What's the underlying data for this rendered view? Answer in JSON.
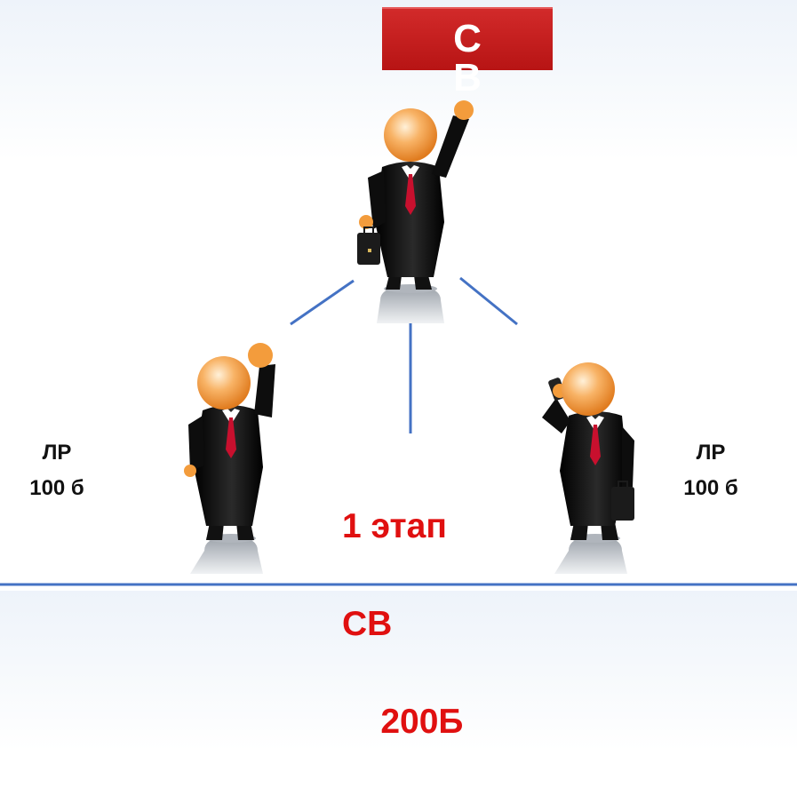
{
  "top_badge": {
    "text": "С\nВ",
    "color": "#c41c1c"
  },
  "left_node": {
    "line1": "ЛР",
    "line2": "100 б"
  },
  "right_node": {
    "line1": "ЛР",
    "line2": "100 б"
  },
  "stage": {
    "line1": "1 этап",
    "line2": "СВ",
    "line3": "    200Б",
    "color": "#e01010"
  },
  "colors": {
    "connector": "#4472c4",
    "suit": "#111111",
    "head": "#f39c3c",
    "tie": "#c8102e",
    "base": "#c8ccd2"
  }
}
